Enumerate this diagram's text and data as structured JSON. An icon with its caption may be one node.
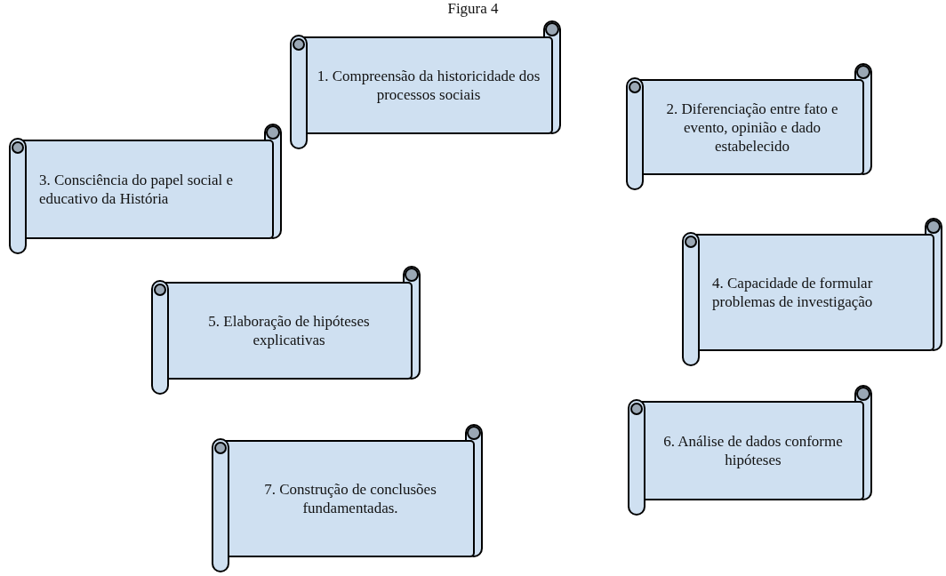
{
  "diagram": {
    "title": "Figura 4",
    "nodes": [
      {
        "text": [
          "1. Compreensão da historicidade dos processos sociais"
        ]
      },
      {
        "text": [
          "2. Diferenciação entre fato e evento, opinião e dado estabelecido"
        ]
      },
      {
        "text": [
          "3. Consciência do papel social e educativo da História"
        ]
      },
      {
        "text": [
          "4. Capacidade de formular problemas de investigação"
        ]
      },
      {
        "text": [
          "5. Elaboração de hipóteses explicativas"
        ]
      },
      {
        "text": [
          "6. Análise de dados conforme hipóteses"
        ]
      },
      {
        "text": [
          "7. Construção de conclusões fundamentadas."
        ]
      }
    ]
  }
}
